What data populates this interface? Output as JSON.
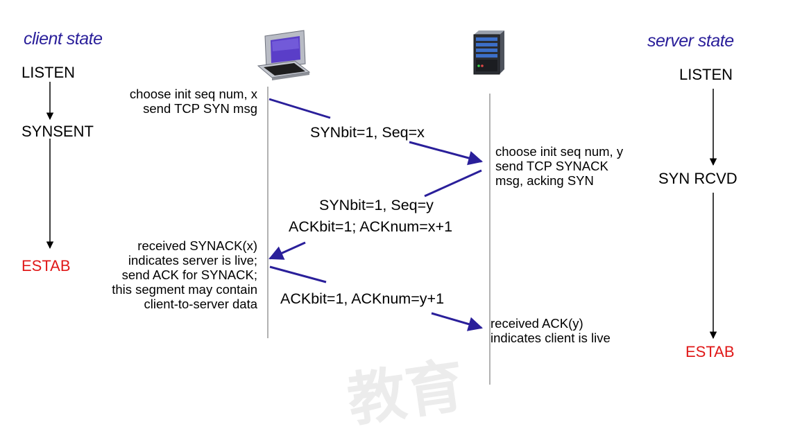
{
  "client_state_label": "client state",
  "server_state_label": "server state",
  "client_states": {
    "listen": "LISTEN",
    "synsent": "SYNSENT",
    "estab": "ESTAB"
  },
  "server_states": {
    "listen": "LISTEN",
    "synrcvd": "SYN RCVD",
    "estab": "ESTAB"
  },
  "client_notes": {
    "syn": [
      "choose init seq num, x",
      "send TCP SYN msg"
    ],
    "synack_received": [
      "received SYNACK(x)",
      "indicates server is live;",
      "send ACK for SYNACK;",
      "this segment may contain",
      "client-to-server data"
    ]
  },
  "server_notes": {
    "syn_received": [
      "choose init seq num, y",
      "send TCP SYNACK",
      "msg, acking SYN"
    ],
    "ack_received": [
      "received ACK(y)",
      "indicates client is live"
    ]
  },
  "messages": {
    "syn": "SYNbit=1, Seq=x",
    "synack_line1": "SYNbit=1, Seq=y",
    "synack_line2": "ACKbit=1; ACKnum=x+1",
    "ack": "ACKbit=1, ACKnum=y+1"
  },
  "icons": {
    "client": "client-computer-icon",
    "server": "server-tower-icon"
  },
  "colors": {
    "header_text": "#2a1f9a",
    "arrow": "#2a1f9a",
    "estab_text": "#e01818",
    "timeline": "#999999"
  },
  "watermark": "教育"
}
